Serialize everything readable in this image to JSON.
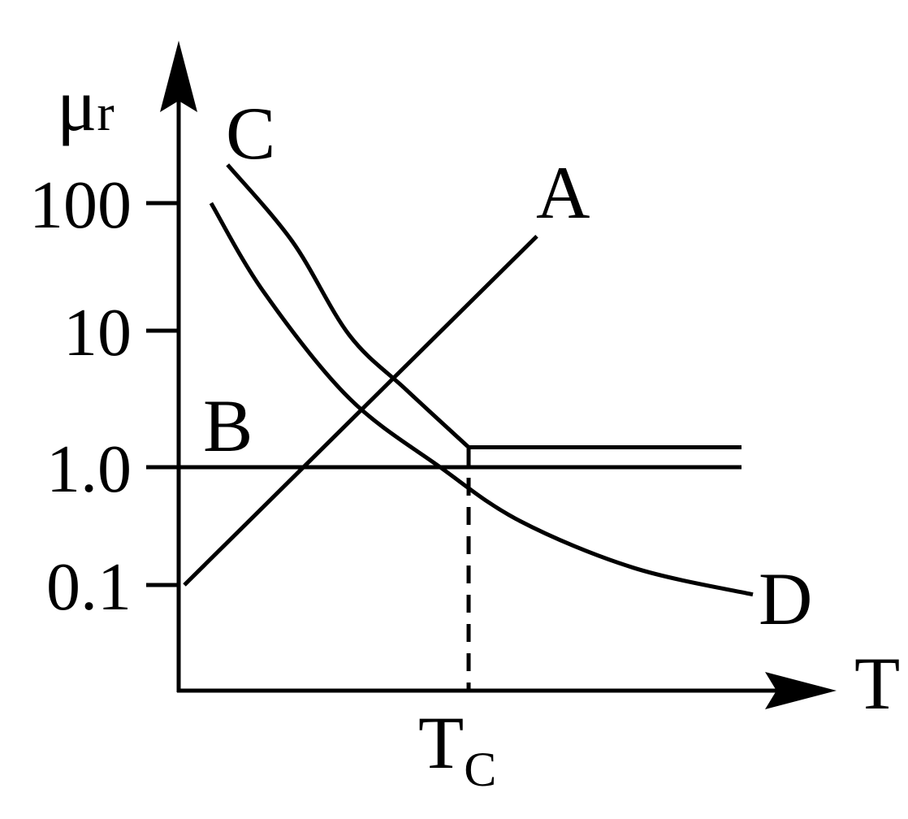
{
  "chart_data": {
    "type": "line",
    "title": "",
    "xlabel": "T",
    "ylabel": "μ",
    "ylabel_subscript": "r",
    "y_scale": "log",
    "y_ticks": [
      {
        "value": 100,
        "label": "100"
      },
      {
        "value": 10,
        "label": "10"
      },
      {
        "value": 1,
        "label": "1.0"
      },
      {
        "value": 0.1,
        "label": "0.1"
      }
    ],
    "x_ticks": [
      {
        "value": 5.1,
        "label": "T",
        "label_subscript": "C"
      }
    ],
    "xlim": [
      0,
      11.7
    ],
    "grid": false,
    "series": [
      {
        "name": "A",
        "points": [
          [
            0.1,
            0.1
          ],
          [
            6.3,
            55
          ]
        ]
      },
      {
        "name": "B",
        "points": [
          [
            0,
            1
          ],
          [
            9.9,
            1
          ]
        ]
      },
      {
        "name": "C",
        "points": [
          [
            0.86,
            200
          ],
          [
            2.0,
            50
          ],
          [
            3.0,
            9.3
          ],
          [
            4.0,
            3.7
          ],
          [
            5.1,
            1.4
          ],
          [
            9.9,
            1.4
          ]
        ]
      },
      {
        "name": "D",
        "points": [
          [
            0.57,
            100
          ],
          [
            1.5,
            20
          ],
          [
            3.0,
            3.2
          ],
          [
            4.6,
            1.0
          ],
          [
            6.0,
            0.35
          ],
          [
            8.0,
            0.14
          ],
          [
            10.1,
            0.083
          ]
        ]
      }
    ],
    "color": "#000000"
  }
}
